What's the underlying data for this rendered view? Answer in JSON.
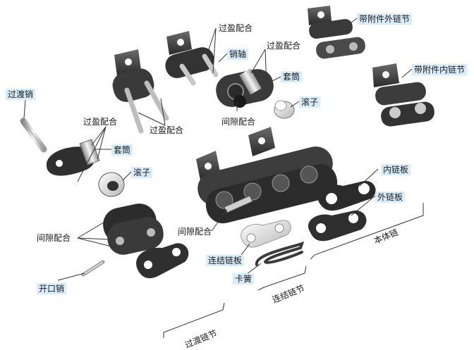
{
  "labels": {
    "interference_fit": "过盈配合",
    "pin": "销轴",
    "bushing": "套筒",
    "roller": "滚子",
    "clearance_fit": "间隙配合",
    "transition_pin": "过渡销",
    "cotter_pin": "开口销",
    "connecting_plate": "连结链板",
    "spring_clip": "卡簧",
    "inner_plate": "内链板",
    "outer_plate": "外链板",
    "outer_attachment_link": "带附件外链节",
    "inner_attachment_link": "带附件内链节",
    "main_chain": "本体链",
    "connecting_link": "连结链节",
    "transition_link": "过渡链节"
  }
}
